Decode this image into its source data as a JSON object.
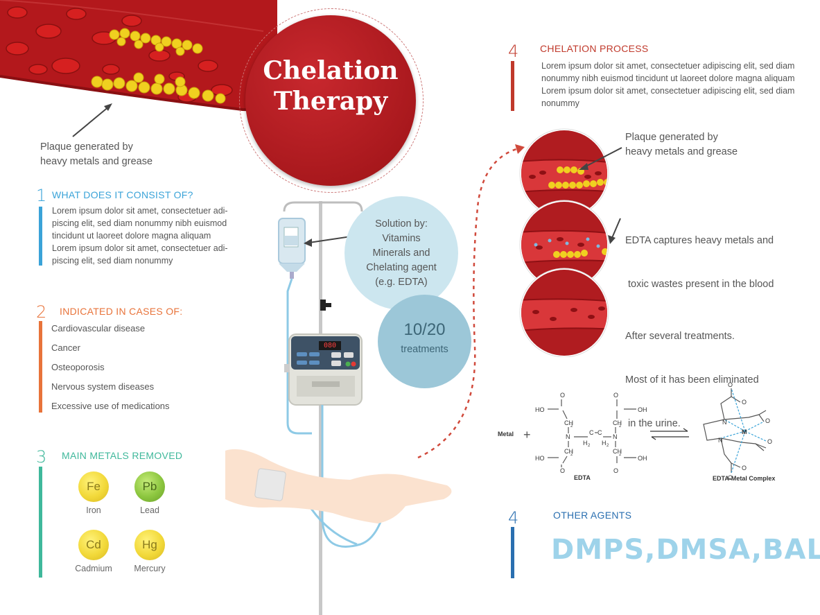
{
  "title": {
    "line1": "Chelation",
    "line2": "Therapy"
  },
  "top_caption": {
    "line1": "Plaque generated by",
    "line2": "heavy metals and grease"
  },
  "section1": {
    "number": "1",
    "heading": "WHAT DOES IT CONSIST OF?",
    "lines": [
      "Lorem ipsum dolor sit amet, consectetuer adi-",
      "piscing elit, sed diam nonummy nibh euismod",
      "tincidunt ut laoreet dolore magna aliquam",
      "Lorem ipsum dolor sit amet, consectetuer adi-",
      "piscing elit, sed diam nonummy"
    ]
  },
  "section2": {
    "number": "2",
    "heading": "INDICATED IN CASES OF:",
    "items": [
      "Cardiovascular disease",
      "Cancer",
      "Osteoporosis",
      "Nervous system diseases",
      "Excessive use of medications"
    ]
  },
  "section3": {
    "number": "3",
    "heading": "MAIN METALS REMOVED",
    "metals": [
      {
        "symbol": "Fe",
        "name": "Iron",
        "color": "#f2d93a"
      },
      {
        "symbol": "Pb",
        "name": "Lead",
        "color": "#8cc63f"
      },
      {
        "symbol": "Cd",
        "name": "Cadmium",
        "color": "#f2d93a"
      },
      {
        "symbol": "Hg",
        "name": "Mercury",
        "color": "#f2d93a"
      }
    ]
  },
  "section4a": {
    "number": "4",
    "heading": "CHELATION PROCESS",
    "lines": [
      "Lorem ipsum dolor sit amet, consectetuer adipiscing elit, sed diam",
      "nonummy nibh euismod tincidunt ut laoreet dolore magna aliquam",
      "Lorem ipsum dolor sit amet, consectetuer adipiscing elit, sed diam",
      "nonummy"
    ]
  },
  "process_captions": [
    {
      "line1": "Plaque generated by",
      "line2": "heavy metals and grease",
      "line3": ""
    },
    {
      "line1": "EDTA captures heavy metals and",
      "line2": " toxic wastes present in the blood",
      "line3": ""
    },
    {
      "line1": "After several treatments.",
      "line2": "Most of it has been eliminated",
      "line3": " in the urine."
    }
  ],
  "solution": {
    "line1": "Solution by:",
    "line2": "Vitamins",
    "line3": "Minerals and",
    "line4": "Chelating agent",
    "line5": "(e.g. EDTA)"
  },
  "treatments": {
    "count": "10/20",
    "label": "treatments"
  },
  "pump_display": "080",
  "edta_diagram": {
    "metal_label": "Metal",
    "plus": "+",
    "edta_label": "EDTA",
    "complex_label": "EDTA-Metal Complex",
    "ho": "HO",
    "oh": "OH",
    "o": "O",
    "ch2": "CH2",
    "n": "N",
    "m": "M"
  },
  "section4b": {
    "number": "4",
    "heading": "OTHER AGENTS",
    "agents": "DMPS,DMSA,BAL"
  },
  "colors": {
    "blue": "#3aa3d8",
    "orange": "#e8733a",
    "teal": "#3fb89b",
    "red": "#c0392b",
    "dark_blue": "#2a6fb0",
    "light_blue": "#a9d6ea"
  }
}
